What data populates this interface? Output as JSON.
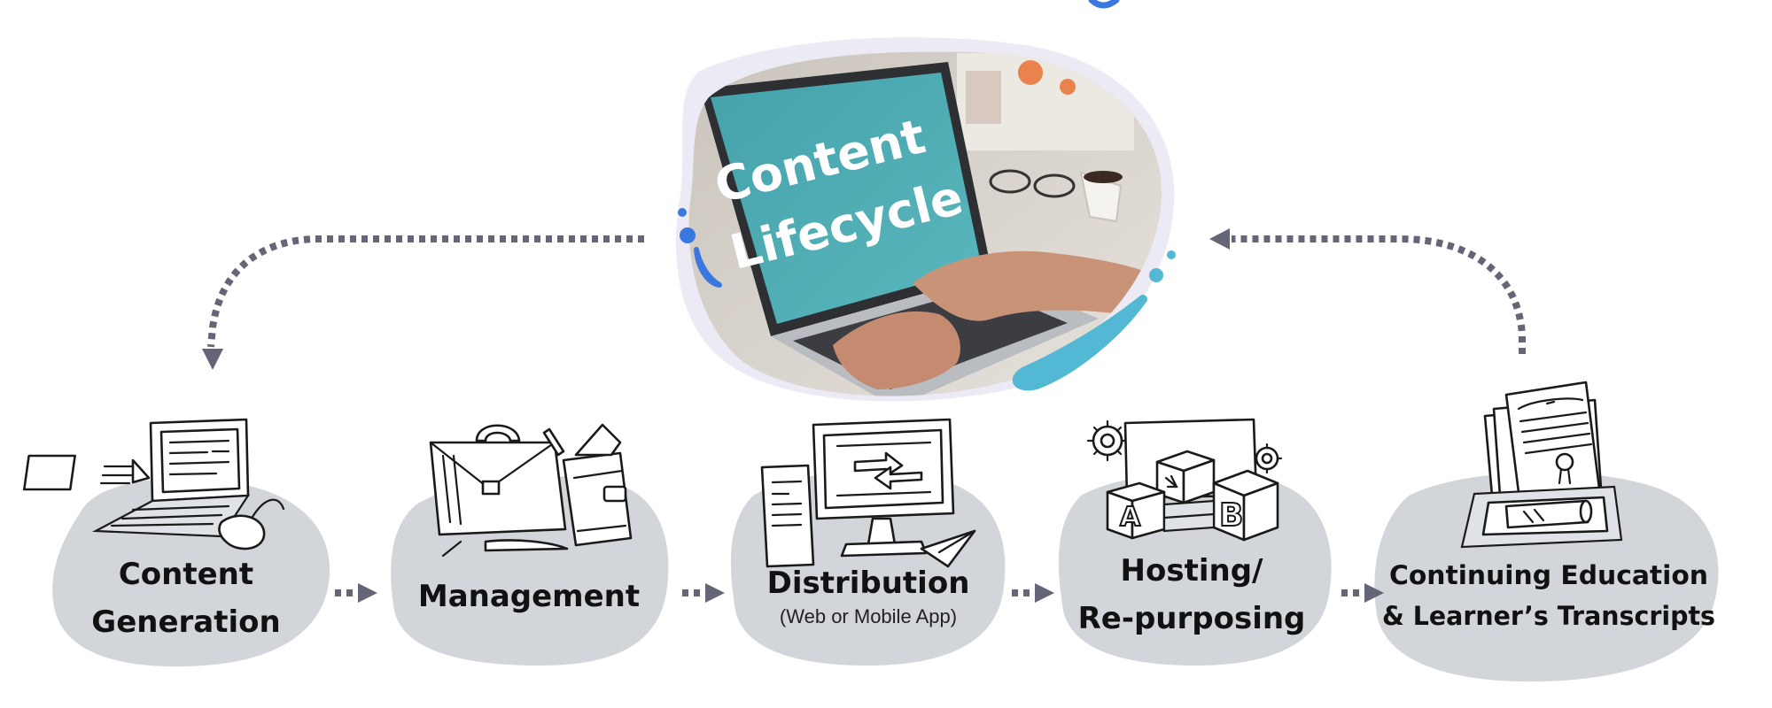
{
  "hero": {
    "title_line1": "Content",
    "title_line2": "Lifecycle"
  },
  "stages": [
    {
      "title_line1": "Content",
      "title_line2": "Generation",
      "subtitle": ""
    },
    {
      "title_line1": "Management",
      "title_line2": "",
      "subtitle": ""
    },
    {
      "title_line1": "Distribution",
      "title_line2": "",
      "subtitle": "(Web or Mobile App)"
    },
    {
      "title_line1": "Hosting/",
      "title_line2": "Re-purposing",
      "subtitle": ""
    },
    {
      "title_line1": "Continuing Education",
      "title_line2": "& Learner’s Transcripts",
      "subtitle": ""
    }
  ],
  "icons": [
    "laptop-calendar-mouse-icon",
    "briefcase-wallet-pen-icon",
    "tablet-monitor-transfer-icon",
    "building-blocks-gears-icon",
    "certificate-diploma-icon"
  ],
  "colors": {
    "blob": "#d2d5da",
    "arrow": "#656578",
    "hero_bg": "#ecebf5",
    "screen_top": "#45a2ab",
    "screen_bottom": "#5ab7bd",
    "accent_orange": "#e9834e",
    "accent_blue": "#3a78e0",
    "accent_cyan": "#52b8d4"
  }
}
